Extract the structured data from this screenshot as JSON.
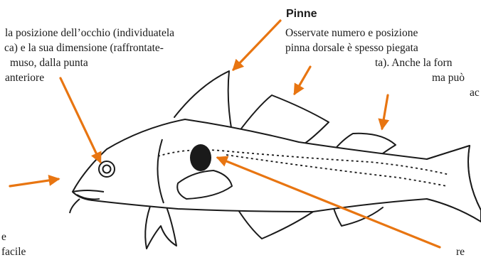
{
  "eye_text": {
    "line1": "la posizione dell’occhio (individuatela",
    "line2": "ca) e la sua dimensione (raffrontate-",
    "line3": "muso, dalla punta",
    "line4": "anteriore"
  },
  "fins": {
    "title": "Pinne",
    "line1": "Osservate numero e posizione",
    "line2": "pinna dorsale è spesso piegata",
    "line3": "ta). Anche la forn",
    "line4": "ma può",
    "line5": "ac"
  },
  "bottom_left": {
    "line1": "e",
    "line2": "facile"
  },
  "bottom_right": {
    "text": "re"
  },
  "colors": {
    "arrow": "#e87511",
    "outline": "#1a1a1a",
    "background": "#ffffff"
  }
}
